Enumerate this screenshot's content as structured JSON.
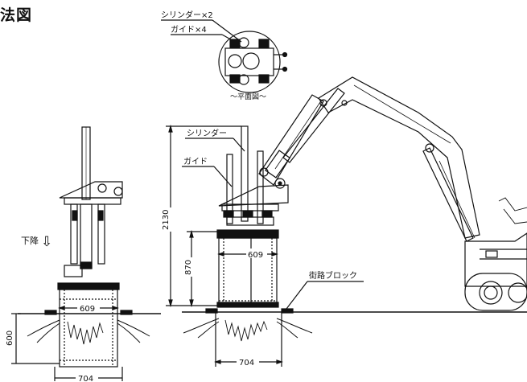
{
  "title": "法図",
  "plan_view": {
    "label_cylinder": "シリンダー×2",
    "label_guide": "ガイド×4",
    "caption": "〜平面図〜"
  },
  "side_view": {
    "label_cylinder": "シリンダー",
    "label_guide": "ガイド",
    "label_block": "街路ブロック",
    "dim_height_total": "2130",
    "dim_height_body": "870",
    "dim_inner_width": "609",
    "dim_outer_width": "704"
  },
  "front_view": {
    "label_descend": "下降",
    "descend_arrow": "⇩",
    "dim_depth": "600",
    "dim_inner_width": "609",
    "dim_outer_width": "704"
  }
}
